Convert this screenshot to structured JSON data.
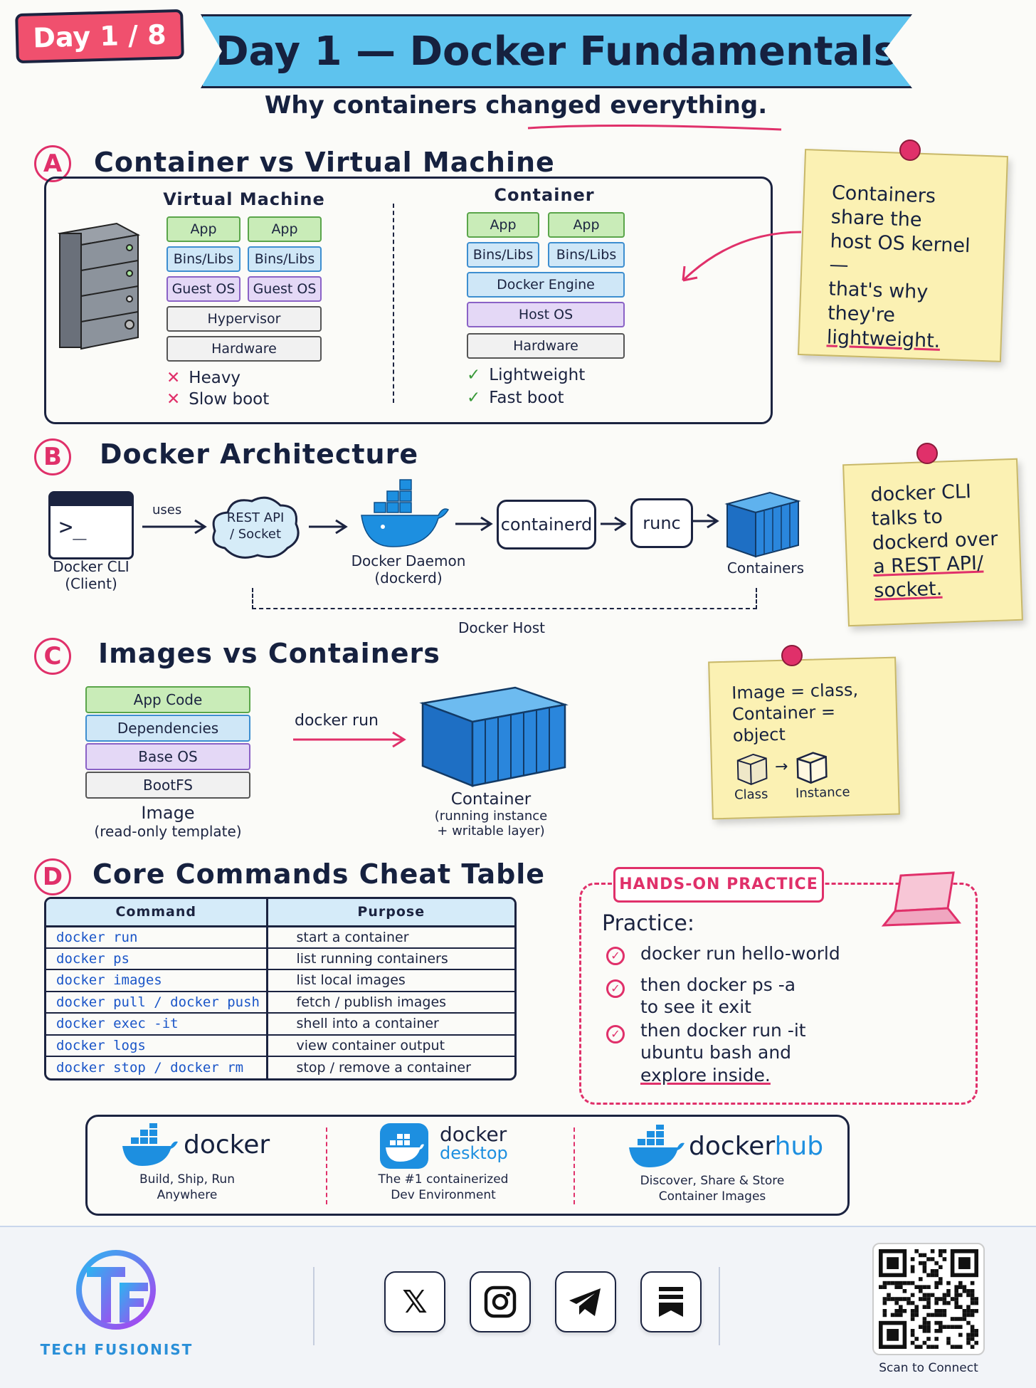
{
  "header": {
    "day_badge": "Day 1 / 8",
    "title": "Day 1 — Docker Fundamentals",
    "subtitle": "Why containers changed everything."
  },
  "section_a": {
    "letter": "A",
    "title": "Container vs Virtual Machine",
    "vm": {
      "label": "Virtual Machine",
      "app1": "App",
      "app2": "App",
      "bins1": "Bins/Libs",
      "bins2": "Bins/Libs",
      "guest1": "Guest OS",
      "guest2": "Guest OS",
      "hypervisor": "Hypervisor",
      "hardware": "Hardware",
      "con1": "Heavy",
      "con2": "Slow boot"
    },
    "container": {
      "label": "Container",
      "app1": "App",
      "app2": "App",
      "bins1": "Bins/Libs",
      "bins2": "Bins/Libs",
      "engine": "Docker Engine",
      "hostos": "Host OS",
      "hardware": "Hardware",
      "pro1": "Lightweight",
      "pro2": "Fast boot"
    },
    "note": {
      "l1": "Containers",
      "l2": "share the",
      "l3": "host OS kernel —",
      "l4": "that's why",
      "l5": "they're",
      "l6": "lightweight."
    }
  },
  "section_b": {
    "letter": "B",
    "title": "Docker Architecture",
    "cli_l1": "Docker CLI",
    "cli_l2": "(Client)",
    "uses": "uses",
    "api_l1": "REST API",
    "api_l2": "/ Socket",
    "daemon_l1": "Docker Daemon",
    "daemon_l2": "(dockerd)",
    "containerd": "containerd",
    "runc": "runc",
    "containers": "Containers",
    "host": "Docker Host",
    "note": {
      "l1": "docker CLI",
      "l2": "talks to",
      "l3": "dockerd over",
      "l4": "a REST API/",
      "l5": "socket."
    }
  },
  "section_c": {
    "letter": "C",
    "title": "Images vs Containers",
    "layers": [
      "App Code",
      "Dependencies",
      "Base OS",
      "BootFS"
    ],
    "image_l1": "Image",
    "image_l2": "(read-only template)",
    "run": "docker run",
    "container_l1": "Container",
    "container_l2": "(running instance",
    "container_l3": "+ writable layer)",
    "note": {
      "l1": "Image = class,",
      "l2": "Container =",
      "l3": "object",
      "class": "Class",
      "instance": "Instance"
    }
  },
  "section_d": {
    "letter": "D",
    "title": "Core Commands Cheat Table",
    "headers": [
      "Command",
      "Purpose"
    ],
    "rows": [
      [
        "docker run",
        "start a container"
      ],
      [
        "docker ps",
        "list running containers"
      ],
      [
        "docker images",
        "list local images"
      ],
      [
        "docker pull / docker push",
        "fetch / publish images"
      ],
      [
        "docker exec -it",
        "shell into a container"
      ],
      [
        "docker logs",
        "view container output"
      ],
      [
        "docker stop / docker rm",
        "stop / remove a container"
      ]
    ]
  },
  "practice": {
    "badge": "HANDS-ON PRACTICE",
    "title": "Practice:",
    "item1_l1": "docker run hello-world",
    "item2_l1": "then docker ps -a",
    "item2_l2": "to see it exit",
    "item3_l1": "then docker run -it",
    "item3_l2": "ubuntu bash and",
    "item3_l3": "explore inside."
  },
  "logos": {
    "docker": "docker",
    "docker_cap_l1": "Build, Ship, Run",
    "docker_cap_l2": "Anywhere",
    "desktop_top": "docker",
    "desktop_bottom": "desktop",
    "desktop_cap_l1": "The #1 containerized",
    "desktop_cap_l2": "Dev Environment",
    "hub_a": "docker",
    "hub_b": "hub",
    "hub_cap_l1": "Discover, Share & Store",
    "hub_cap_l2": "Container Images"
  },
  "footer": {
    "brand": "TECH FUSIONIST",
    "scan": "Scan to Connect"
  },
  "colors": {
    "accent": "#e0306a",
    "banner": "#5ec3ee",
    "ink": "#1b2340",
    "docker_blue": "#1d8fe0",
    "sticky": "#fbf1b3"
  }
}
